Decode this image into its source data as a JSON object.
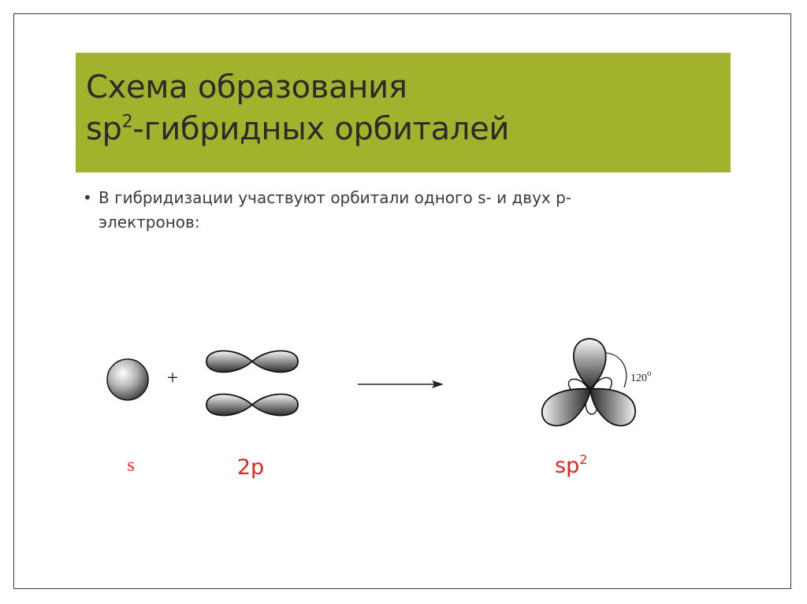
{
  "slide": {
    "title_line1": "Схема образования",
    "title_line2_prefix": "sp",
    "title_line2_sup": "2",
    "title_line2_rest": "-гибридных орбиталей",
    "bullet_marker": "•",
    "bullet_text": "В гибридизации участвуют орбитали одного s- и двух p-электронов:"
  },
  "diagram": {
    "plus_sign": "+",
    "angle_value": "120",
    "angle_degree": "o",
    "label_s": "s",
    "label_2p": "2p",
    "label_sp_base": "sp",
    "label_sp_sup": "2"
  },
  "colors": {
    "title_band": "#a2b22c",
    "label_red": "#e0261b",
    "frame": "#3a3a3a"
  }
}
